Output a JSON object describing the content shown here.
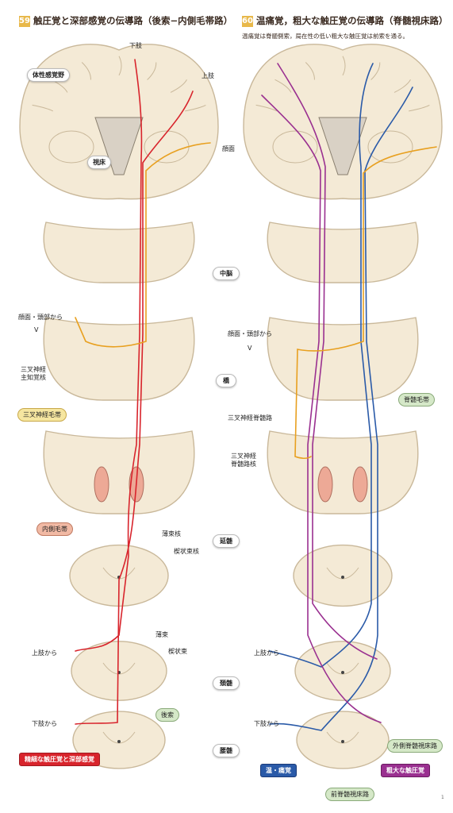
{
  "left": {
    "number": "59",
    "title": "触圧覚と深部感覚の伝導路（後索−内側毛帯路）",
    "labels": {
      "lower_limb_top": "下肢",
      "upper_limb_top": "上肢",
      "somatosensory_area": "体性感覚野",
      "thalamus": "視床",
      "face_head_from": "顔面・頭部から",
      "trigeminal_v": "V",
      "trigeminal_main_nucleus": "三叉神経\n主知覚核",
      "trigeminal_lemniscus": "三叉神経毛帯",
      "medial_lemniscus": "内側毛帯",
      "gracile_nucleus": "薄束核",
      "cuneate_nucleus": "楔状束核",
      "upper_limb_from": "上肢から",
      "gracile_fasciculus": "薄束",
      "cuneate_fasciculus": "楔状束",
      "posterior_column": "後索",
      "lower_limb_from": "下肢から"
    },
    "legend_red": "精細な触圧覚と深部感覚"
  },
  "center_levels": {
    "face": "顔面",
    "midbrain": "中脳",
    "pons": "橋",
    "medulla": "延髄",
    "cervical": "頚髄",
    "lumbar": "腰髄"
  },
  "right": {
    "number": "60",
    "title": "温痛覚，粗大な触圧覚の伝導路（脊髄視床路）",
    "subtitle": "温痛覚は脊髄側索，局在性の低い粗大な触圧覚は前索を通る。",
    "labels": {
      "face_head_from": "顔面・頭部から",
      "trigeminal_v": "V",
      "spinal_lemniscus": "脊髄毛帯",
      "spinal_trigeminal_tract": "三叉神経脊髄路",
      "spinal_trigeminal_nucleus": "三叉神経\n脊髄路核",
      "upper_limb_from": "上肢から",
      "lower_limb_from": "下肢から",
      "lateral_spinothalamic": "外側脊髄視床路",
      "anterior_spinothalamic": "前脊髄視床路"
    },
    "legend_blue": "温・痛覚",
    "legend_purple": "粗大な触圧覚"
  },
  "page_mark": "1",
  "colors": {
    "tissue": "#f4ead6",
    "tissue_edge": "#c9b89a",
    "red_path": "#d8242c",
    "orange_path": "#e8a020",
    "blue_path": "#2a5aa8",
    "purple_path": "#9a3090",
    "pink_nucleus": "#eda996",
    "green_nucleus": "#cfe3c2"
  }
}
